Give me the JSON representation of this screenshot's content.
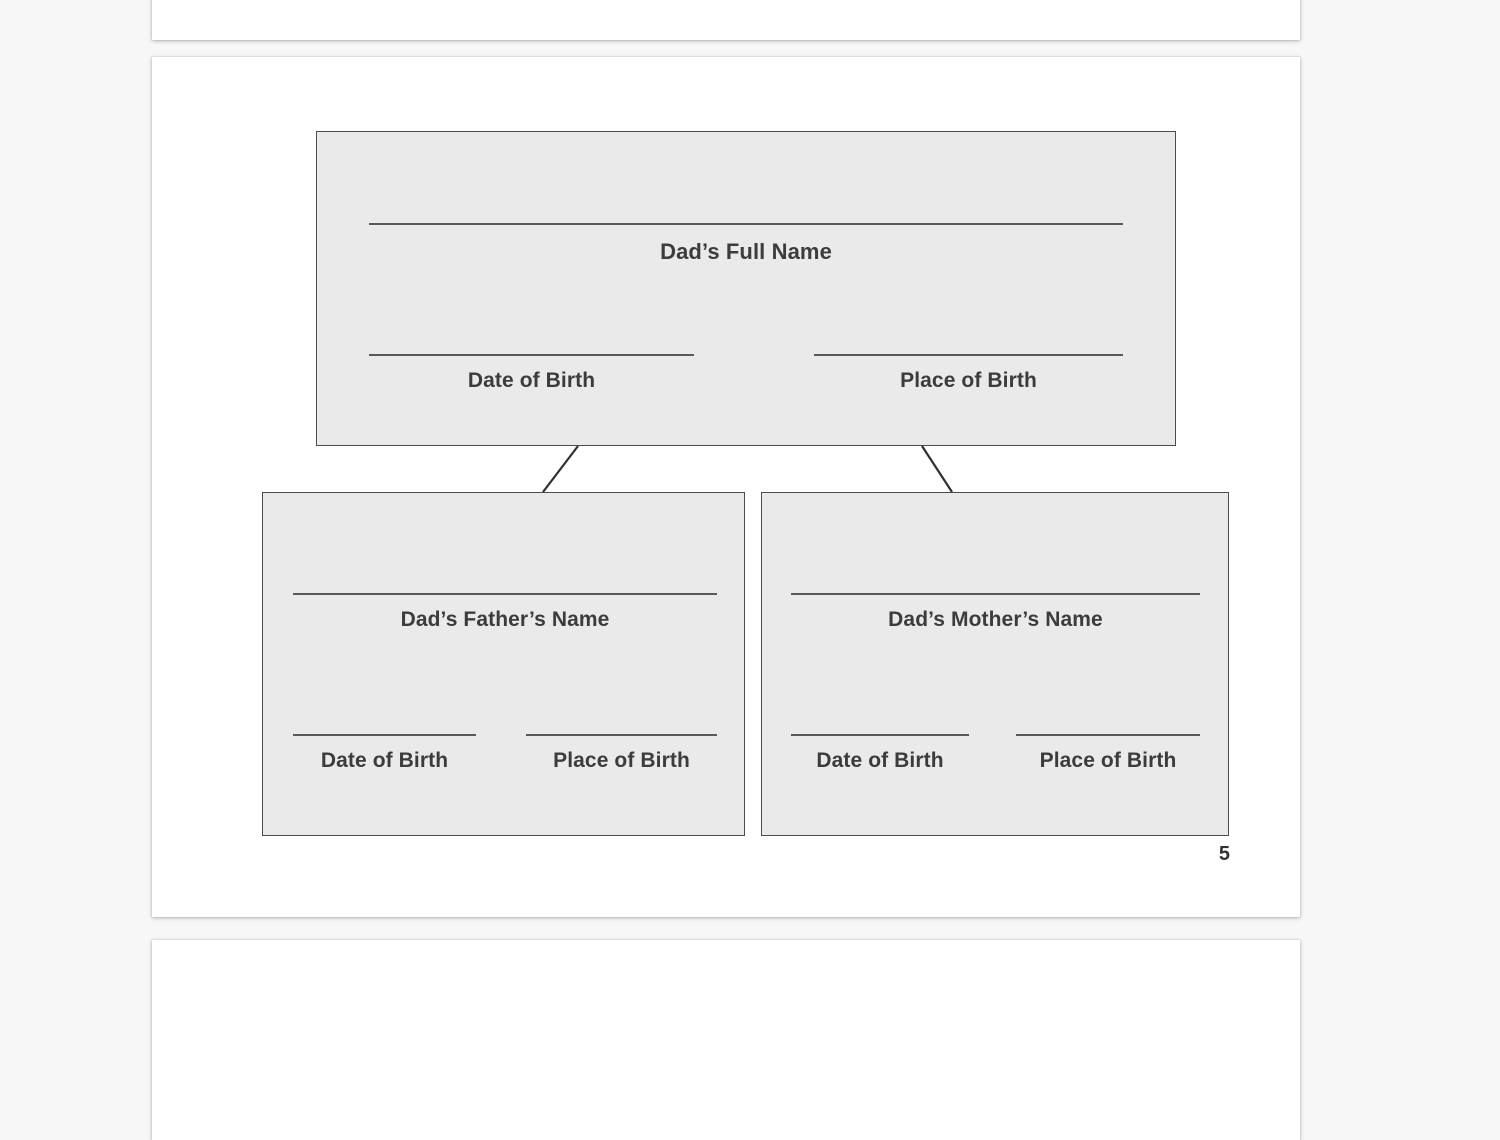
{
  "document": {
    "type": "family-tree-worksheet",
    "page_number": "5"
  },
  "tree": {
    "root": {
      "name_label": "Dad’s Full Name",
      "dob_label": "Date of Birth",
      "pob_label": "Place of Birth"
    },
    "children": [
      {
        "name_label": "Dad’s Father’s Name",
        "dob_label": "Date of Birth",
        "pob_label": "Place of Birth"
      },
      {
        "name_label": "Dad’s Mother’s Name",
        "dob_label": "Date of Birth",
        "pob_label": "Place of Birth"
      }
    ]
  },
  "colors": {
    "app_background": "#f7f7f7",
    "page_background": "#ffffff",
    "box_fill": "#eaeaea",
    "box_border": "#4c4c4c",
    "rule_line": "#595959",
    "text": "#3c3c3c"
  }
}
